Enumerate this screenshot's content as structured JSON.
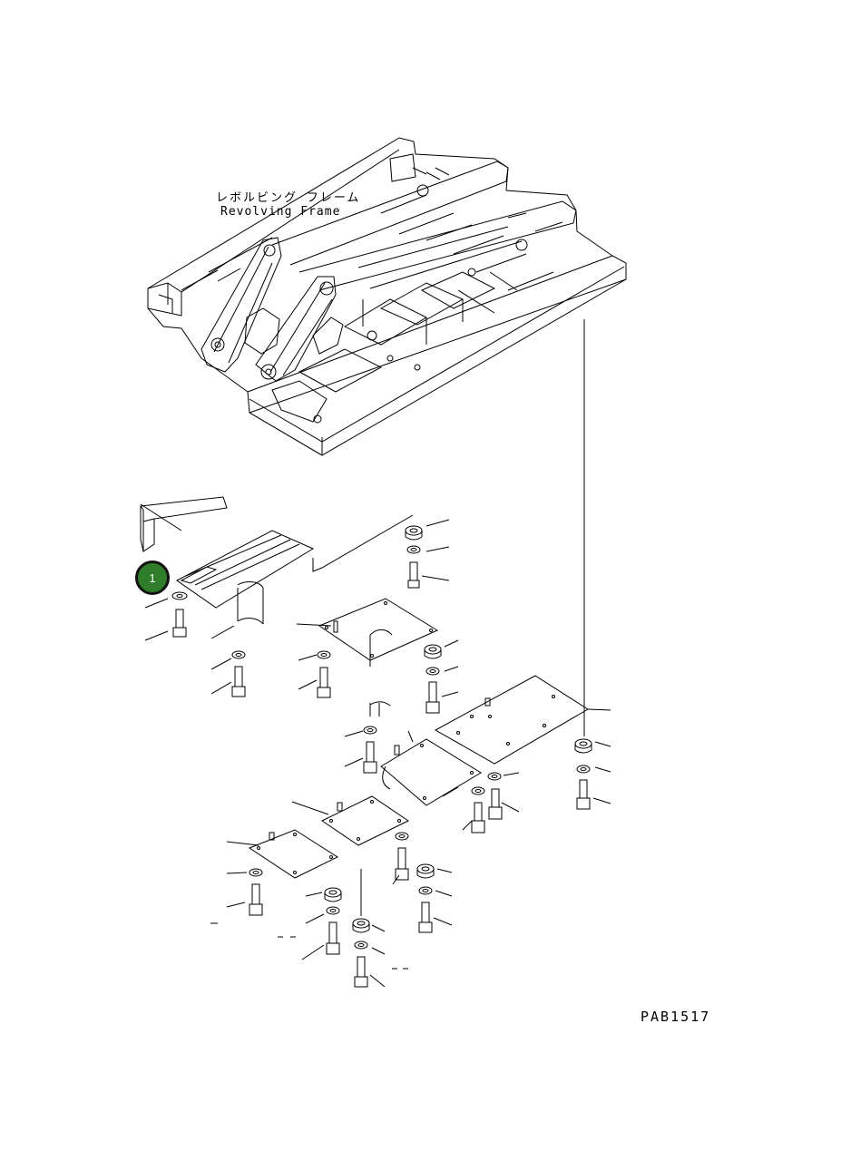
{
  "frame_label": {
    "japanese": "レボルビング フレーム",
    "english": "Revolving Frame"
  },
  "callout": {
    "number": "1",
    "color": "#2f7d2a"
  },
  "drawing_code": "PAB1517"
}
